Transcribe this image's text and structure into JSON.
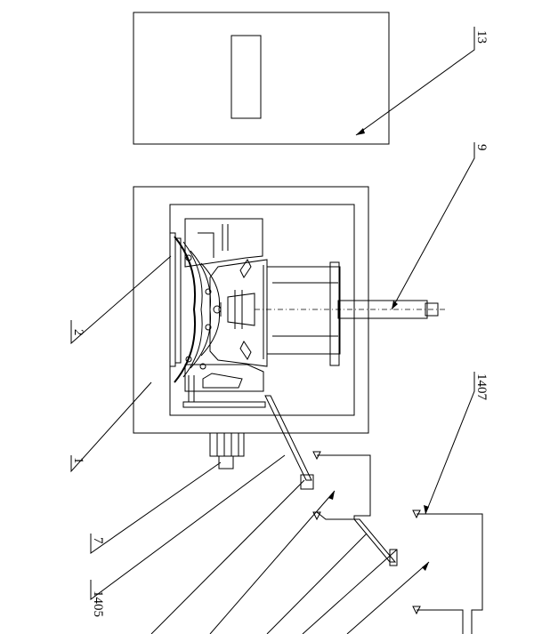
{
  "labels": {
    "l13": "13",
    "l9": "9",
    "l2": "2",
    "l1": "1",
    "l7": "7",
    "l1405": "1405",
    "l1407": "1407"
  }
}
